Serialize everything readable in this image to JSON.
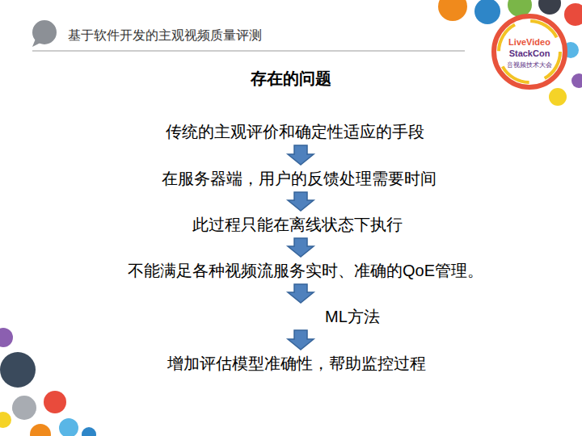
{
  "diagram": {
    "title": "基于软件开发的主观视频质量评测",
    "nodes": [
      {
        "text": [
          "传统的主观评价和确定性适应的手段"
        ]
      },
      {
        "text": [
          "在服务器端，用户的反馈处理需要时间"
        ]
      },
      {
        "text": [
          "此过程只能在离线状态下执行"
        ]
      },
      {
        "text": [
          "不能满足各种视频流服务实时、准确的QoE管理。"
        ]
      },
      {
        "text": [
          "ML方法"
        ]
      },
      {
        "text": [
          "增加评估模型准确性，帮助监控过程"
        ]
      }
    ],
    "edges": [
      {
        "from": 0,
        "to": 1,
        "arrow": "to"
      },
      {
        "from": 1,
        "to": 2,
        "arrow": "to"
      },
      {
        "from": 2,
        "to": 3,
        "arrow": "to"
      },
      {
        "from": 3,
        "to": 4,
        "arrow": "to"
      },
      {
        "from": 4,
        "to": 5,
        "arrow": "to"
      }
    ],
    "labels": [
      "存在的问题",
      "LiveVideo",
      "StackCon",
      "音视频技术大会"
    ]
  }
}
